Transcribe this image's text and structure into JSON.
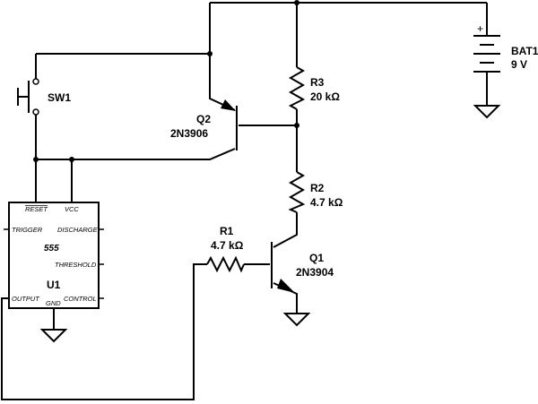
{
  "battery": {
    "name": "BAT1",
    "value": "9 V",
    "polarity": "+"
  },
  "switch": {
    "name": "SW1"
  },
  "q2": {
    "name": "Q2",
    "part": "2N3906"
  },
  "q1": {
    "name": "Q1",
    "part": "2N3904"
  },
  "r3": {
    "name": "R3",
    "value": "20 kΩ"
  },
  "r2": {
    "name": "R2",
    "value": "4.7 kΩ"
  },
  "r1": {
    "name": "R1",
    "value": "4.7 kΩ"
  },
  "timer": {
    "name": "U1",
    "part": "555",
    "pins": {
      "reset": "RESET",
      "vcc": "VCC",
      "trigger": "TRIGGER",
      "discharge": "DISCHARGE",
      "threshold": "THRESHOLD",
      "output": "OUTPUT",
      "gnd": "GND",
      "control": "CONTROL"
    }
  }
}
